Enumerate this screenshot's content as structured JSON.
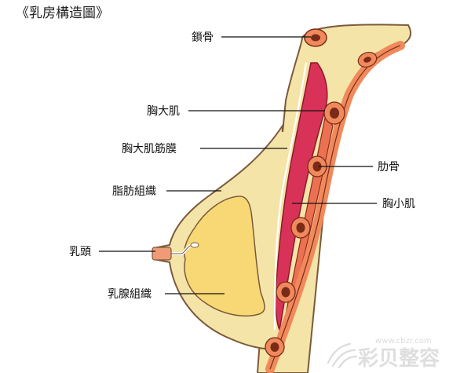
{
  "title": "《乳房構造圖》",
  "labels": {
    "clavicle": "鎖骨",
    "pectoralis_major": "胸大肌",
    "pectoralis_fascia": "胸大肌筋膜",
    "fat_tissue": "脂肪組織",
    "rib": "肋骨",
    "pectoralis_minor": "胸小肌",
    "nipple": "乳頭",
    "gland_tissue": "乳腺組織"
  },
  "watermark": {
    "url": "www.cbzr.com",
    "brand": "彩贝整容"
  },
  "colors": {
    "skin": "#f4e4a8",
    "outline": "#7a5a3a",
    "gland": "#f7d874",
    "muscle_major": "#d93258",
    "muscle_minor": "#ec7052",
    "rib_outer": "#f08a5c",
    "rib_inner": "#7a2a18",
    "nipple": "#f09a78"
  }
}
